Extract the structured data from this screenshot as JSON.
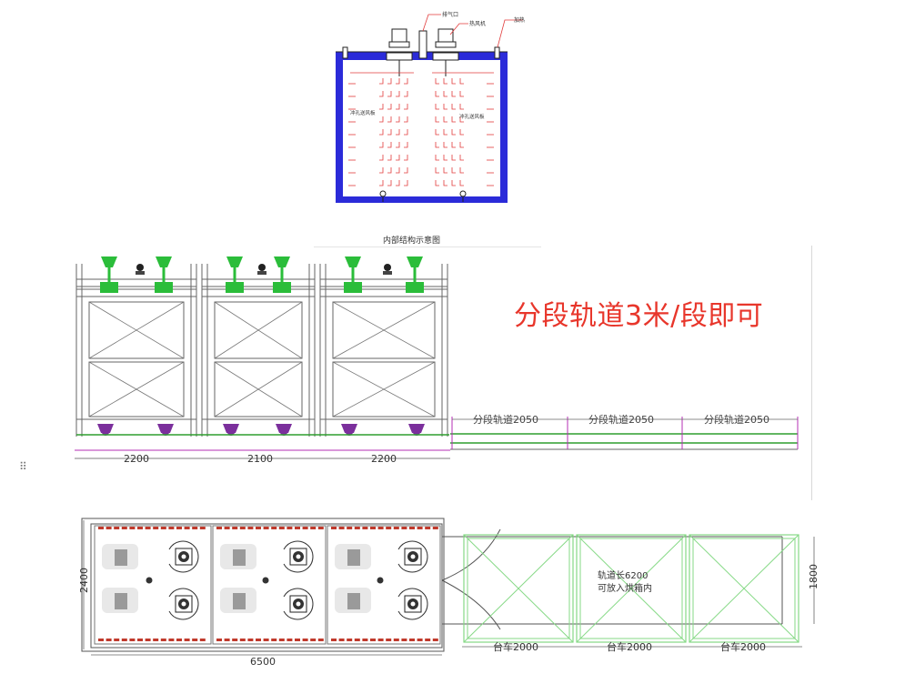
{
  "top_diagram": {
    "title": "内部结构示意图",
    "labels": {
      "exhaust_port": "排气口",
      "hot_air_unit": "热风机",
      "heater": "加热",
      "left_plate": "冲孔送风板",
      "right_plate": "冲孔送风板"
    },
    "colors": {
      "wall": "#2b2bd9",
      "arrows": "#e13b3b",
      "outline": "#333333"
    }
  },
  "middle_diagram": {
    "highlight": "分段轨道3米/段即可",
    "bottom_dims": [
      "2200",
      "2100",
      "2200"
    ],
    "rail_segments": [
      "分段轨道2050",
      "分段轨道2050",
      "分段轨道2050"
    ],
    "colors": {
      "fan": "#2bbd3a",
      "wheel": "#7b2f9c",
      "rail": "#2e9e2e",
      "dim": "#b52fb5",
      "highlight": "#e8362b"
    }
  },
  "bottom_diagram": {
    "height_dim": "2400",
    "length_dim": "6500",
    "track_note": [
      "轨道长6200",
      "可放入烘箱内"
    ],
    "right_dim": "1800",
    "cart_dims": [
      "台车2000",
      "台车2000",
      "台车2000"
    ],
    "colors": {
      "cart": "#86d986",
      "frame": "#555555",
      "heater_strip": "#c0392b"
    }
  },
  "ui": {
    "drag_handle": "⠿"
  }
}
